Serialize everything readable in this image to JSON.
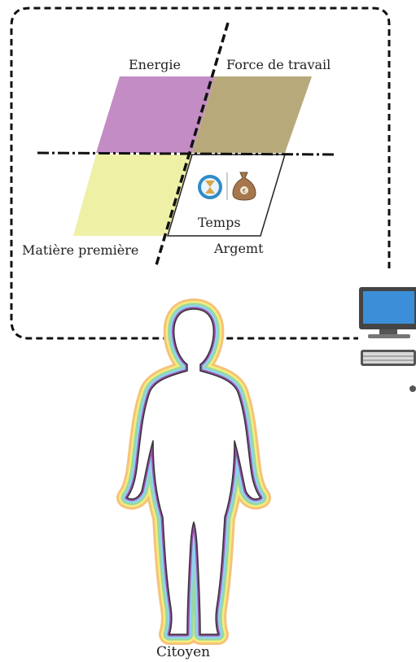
{
  "diagram": {
    "quadrants": {
      "top_left": "Energie",
      "top_right": "Force de travail",
      "bottom_left": "Matière première",
      "bottom_right": "Temps",
      "bottom_right_outer": "Argemt"
    },
    "person_label": "Citoyen",
    "icons": [
      "hourglass-icon",
      "money-bag-icon",
      "computer-icon",
      "person-aura-icon"
    ],
    "colors": {
      "energie": "#c48cc4",
      "force_de_travail": "#b8a97a",
      "matiere_premiere": "#eef0a6",
      "monitor_screen": "#3b8fd9",
      "frame": "#111111"
    }
  }
}
